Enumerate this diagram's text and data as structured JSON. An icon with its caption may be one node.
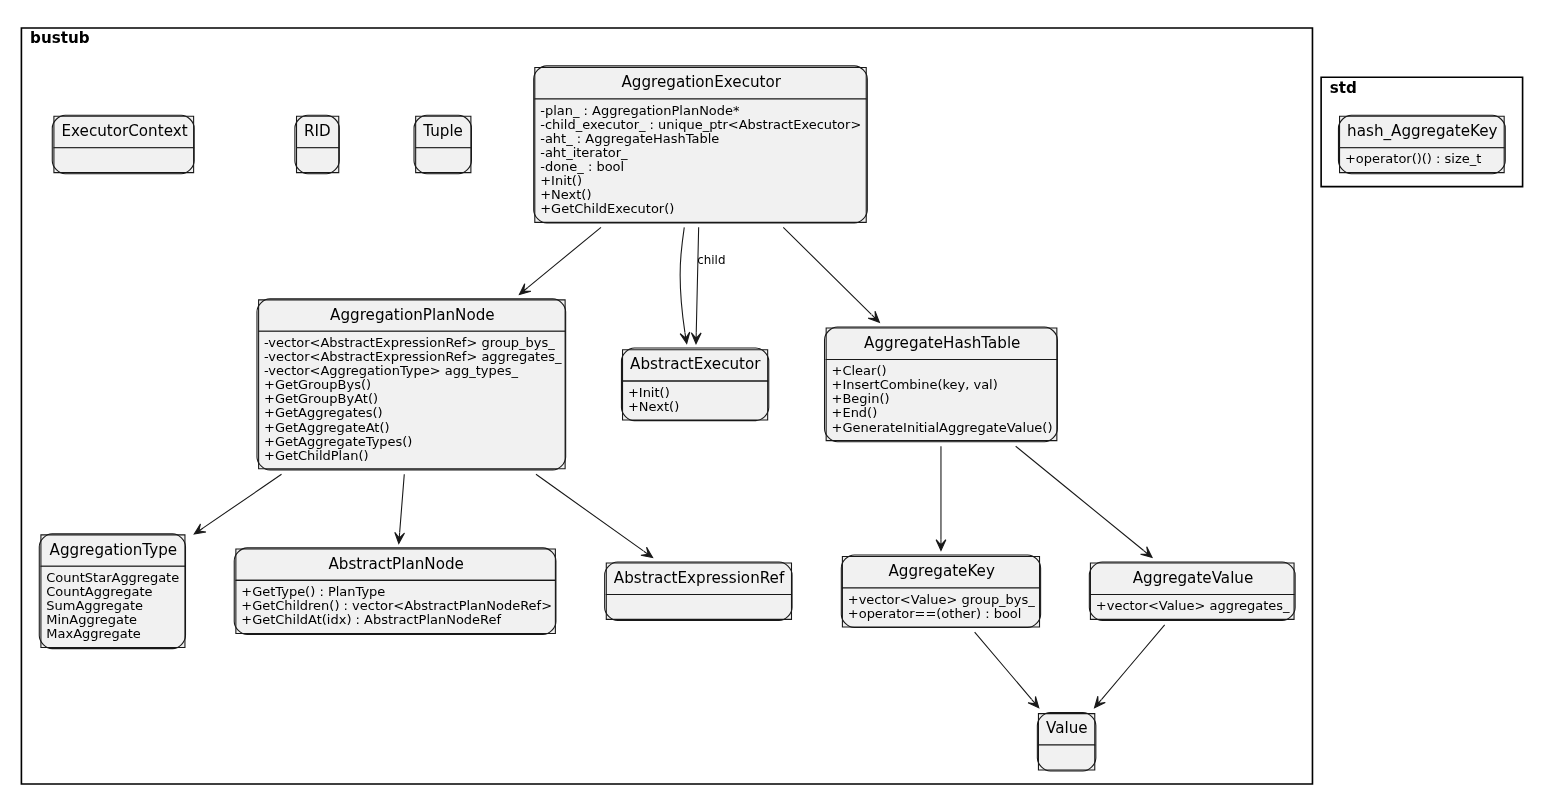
{
  "diagram": {
    "nodes": [
      {
        "text": [
          "bustub"
        ]
      },
      {
        "text": [
          "AggregationExecutor",
          "-plan_ : AggregationPlanNode*",
          "-child_executor_ : unique_ptr<AbstractExecutor>",
          "-aht_ : AggregateHashTable",
          "-aht_iterator_",
          "-done_ : bool",
          "+Init()",
          "+Next()",
          "+GetChildExecutor()"
        ],
        "in": 0
      },
      {
        "text": [
          "Tuple"
        ],
        "in": 0
      },
      {
        "text": [
          "RID"
        ],
        "in": 0
      },
      {
        "text": [
          "AggregationPlanNode",
          "-vector<AbstractExpressionRef> group_bys_",
          "-vector<AbstractExpressionRef> aggregates_",
          "-vector<AggregationType> agg_types_",
          "+GetGroupBys()",
          "+GetGroupByAt()",
          "+GetAggregates()",
          "+GetAggregateAt()",
          "+GetAggregateTypes()",
          "+GetChildPlan()"
        ],
        "in": 0
      },
      {
        "text": [
          "AbstractExecutor",
          "+Init()",
          "+Next()"
        ],
        "in": 0
      },
      {
        "text": [
          "AggregateHashTable",
          "+Clear()",
          "+InsertCombine(key, val)",
          "+Begin()",
          "+End()",
          "+GenerateInitialAggregateValue()"
        ],
        "in": 0
      },
      {
        "text": [
          "ExecutorContext"
        ],
        "in": 0
      },
      {
        "text": [
          "AggregationType",
          "CountStarAggregate",
          "CountAggregate",
          "SumAggregate",
          "MinAggregate",
          "MaxAggregate"
        ],
        "in": 0
      },
      {
        "text": [
          "AbstractPlanNode",
          "+GetType() : PlanType",
          "+GetChildren() : vector<AbstractPlanNodeRef>",
          "+GetChildAt(idx) : AbstractPlanNodeRef"
        ],
        "in": 0
      },
      {
        "text": [
          "AbstractExpressionRef"
        ],
        "in": 0
      },
      {
        "text": [
          "AggregateKey",
          "+vector<Value> group_bys_",
          "+operator==(other) : bool"
        ],
        "in": 0
      },
      {
        "text": [
          "AggregateValue",
          "+vector<Value> aggregates_"
        ],
        "in": 0
      },
      {
        "text": [
          "Value"
        ],
        "in": 0
      },
      {
        "text": [
          "std"
        ]
      },
      {
        "text": [
          "hash_AggregateKey",
          "+operator()() : size_t"
        ],
        "in": 14
      }
    ],
    "edges": [
      {
        "from": 1,
        "to": 4,
        "arrow": "to"
      },
      {
        "from": 1,
        "to": 5,
        "arrow": "to"
      },
      {
        "from": 1,
        "to": 5,
        "arrow": "to",
        "label": "child"
      },
      {
        "from": 1,
        "to": 6,
        "arrow": "to"
      },
      {
        "from": 4,
        "to": 8,
        "arrow": "to"
      },
      {
        "from": 4,
        "to": 9,
        "arrow": "to"
      },
      {
        "from": 4,
        "to": 10,
        "arrow": "to"
      },
      {
        "from": 6,
        "to": 11,
        "arrow": "to"
      },
      {
        "from": 6,
        "to": 12,
        "arrow": "to"
      },
      {
        "from": 11,
        "to": 13,
        "arrow": "to"
      },
      {
        "from": 12,
        "to": 13,
        "arrow": "to"
      }
    ]
  }
}
